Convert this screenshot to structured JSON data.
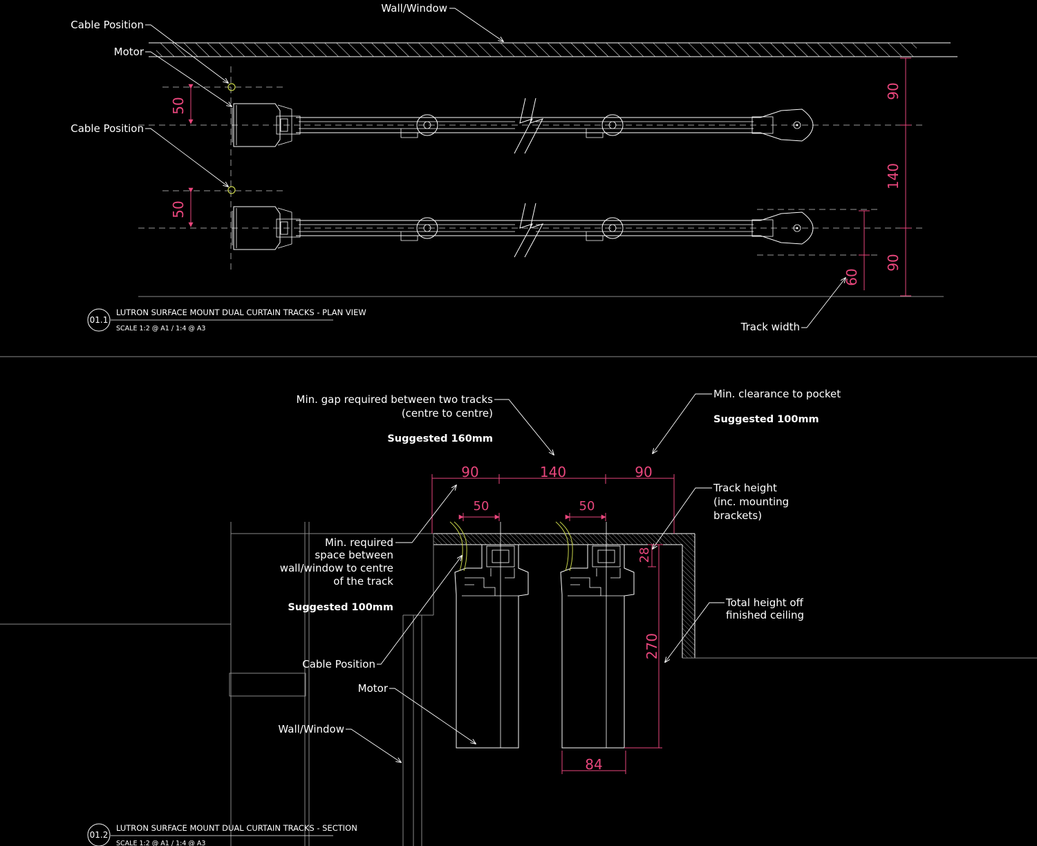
{
  "colors": {
    "background": "#000000",
    "linework": "#ffffff",
    "dimension": "#e8467c",
    "cable": "#c8d44a"
  },
  "plan": {
    "labels": {
      "wall_window": "Wall/Window",
      "cable_position_1": "Cable Position",
      "motor": "Motor",
      "cable_position_2": "Cable Position",
      "track_width": "Track width"
    },
    "dims": {
      "d50_upper": "50",
      "d50_lower": "50",
      "d90_top": "90",
      "d140": "140",
      "d90_bottom": "90",
      "d60": "60"
    },
    "title_block": {
      "number": "01.1",
      "title": "LUTRON SURFACE MOUNT DUAL CURTAIN TRACKS - PLAN VIEW",
      "scale": "SCALE 1:2 @ A1 / 1:4 @ A3"
    }
  },
  "section": {
    "labels": {
      "min_gap_line1": "Min. gap required between two tracks",
      "min_gap_line2": "(centre to centre)",
      "min_gap_suggested": "Suggested 160mm",
      "min_clearance": "Min. clearance to pocket",
      "min_clearance_suggested": "Suggested 100mm",
      "track_height_line1": "Track height",
      "track_height_line2": "(inc. mounting",
      "track_height_line3": "brackets)",
      "min_space_line1": "Min. required",
      "min_space_line2": "space between",
      "min_space_line3": "wall/window to centre",
      "min_space_line4": "of the track",
      "min_space_suggested": "Suggested 100mm",
      "total_height_line1": "Total height off",
      "total_height_line2": "finished ceiling",
      "cable_position": "Cable Position",
      "motor": "Motor",
      "wall_window": "Wall/Window"
    },
    "dims": {
      "d90_left": "90",
      "d140": "140",
      "d90_right": "90",
      "d50_left": "50",
      "d50_right": "50",
      "d28": "28",
      "d270": "270",
      "d84": "84"
    },
    "title_block": {
      "number": "01.2",
      "title": "LUTRON SURFACE MOUNT DUAL CURTAIN TRACKS - SECTION",
      "scale": "SCALE 1:2 @ A1 / 1:4 @ A3"
    }
  }
}
